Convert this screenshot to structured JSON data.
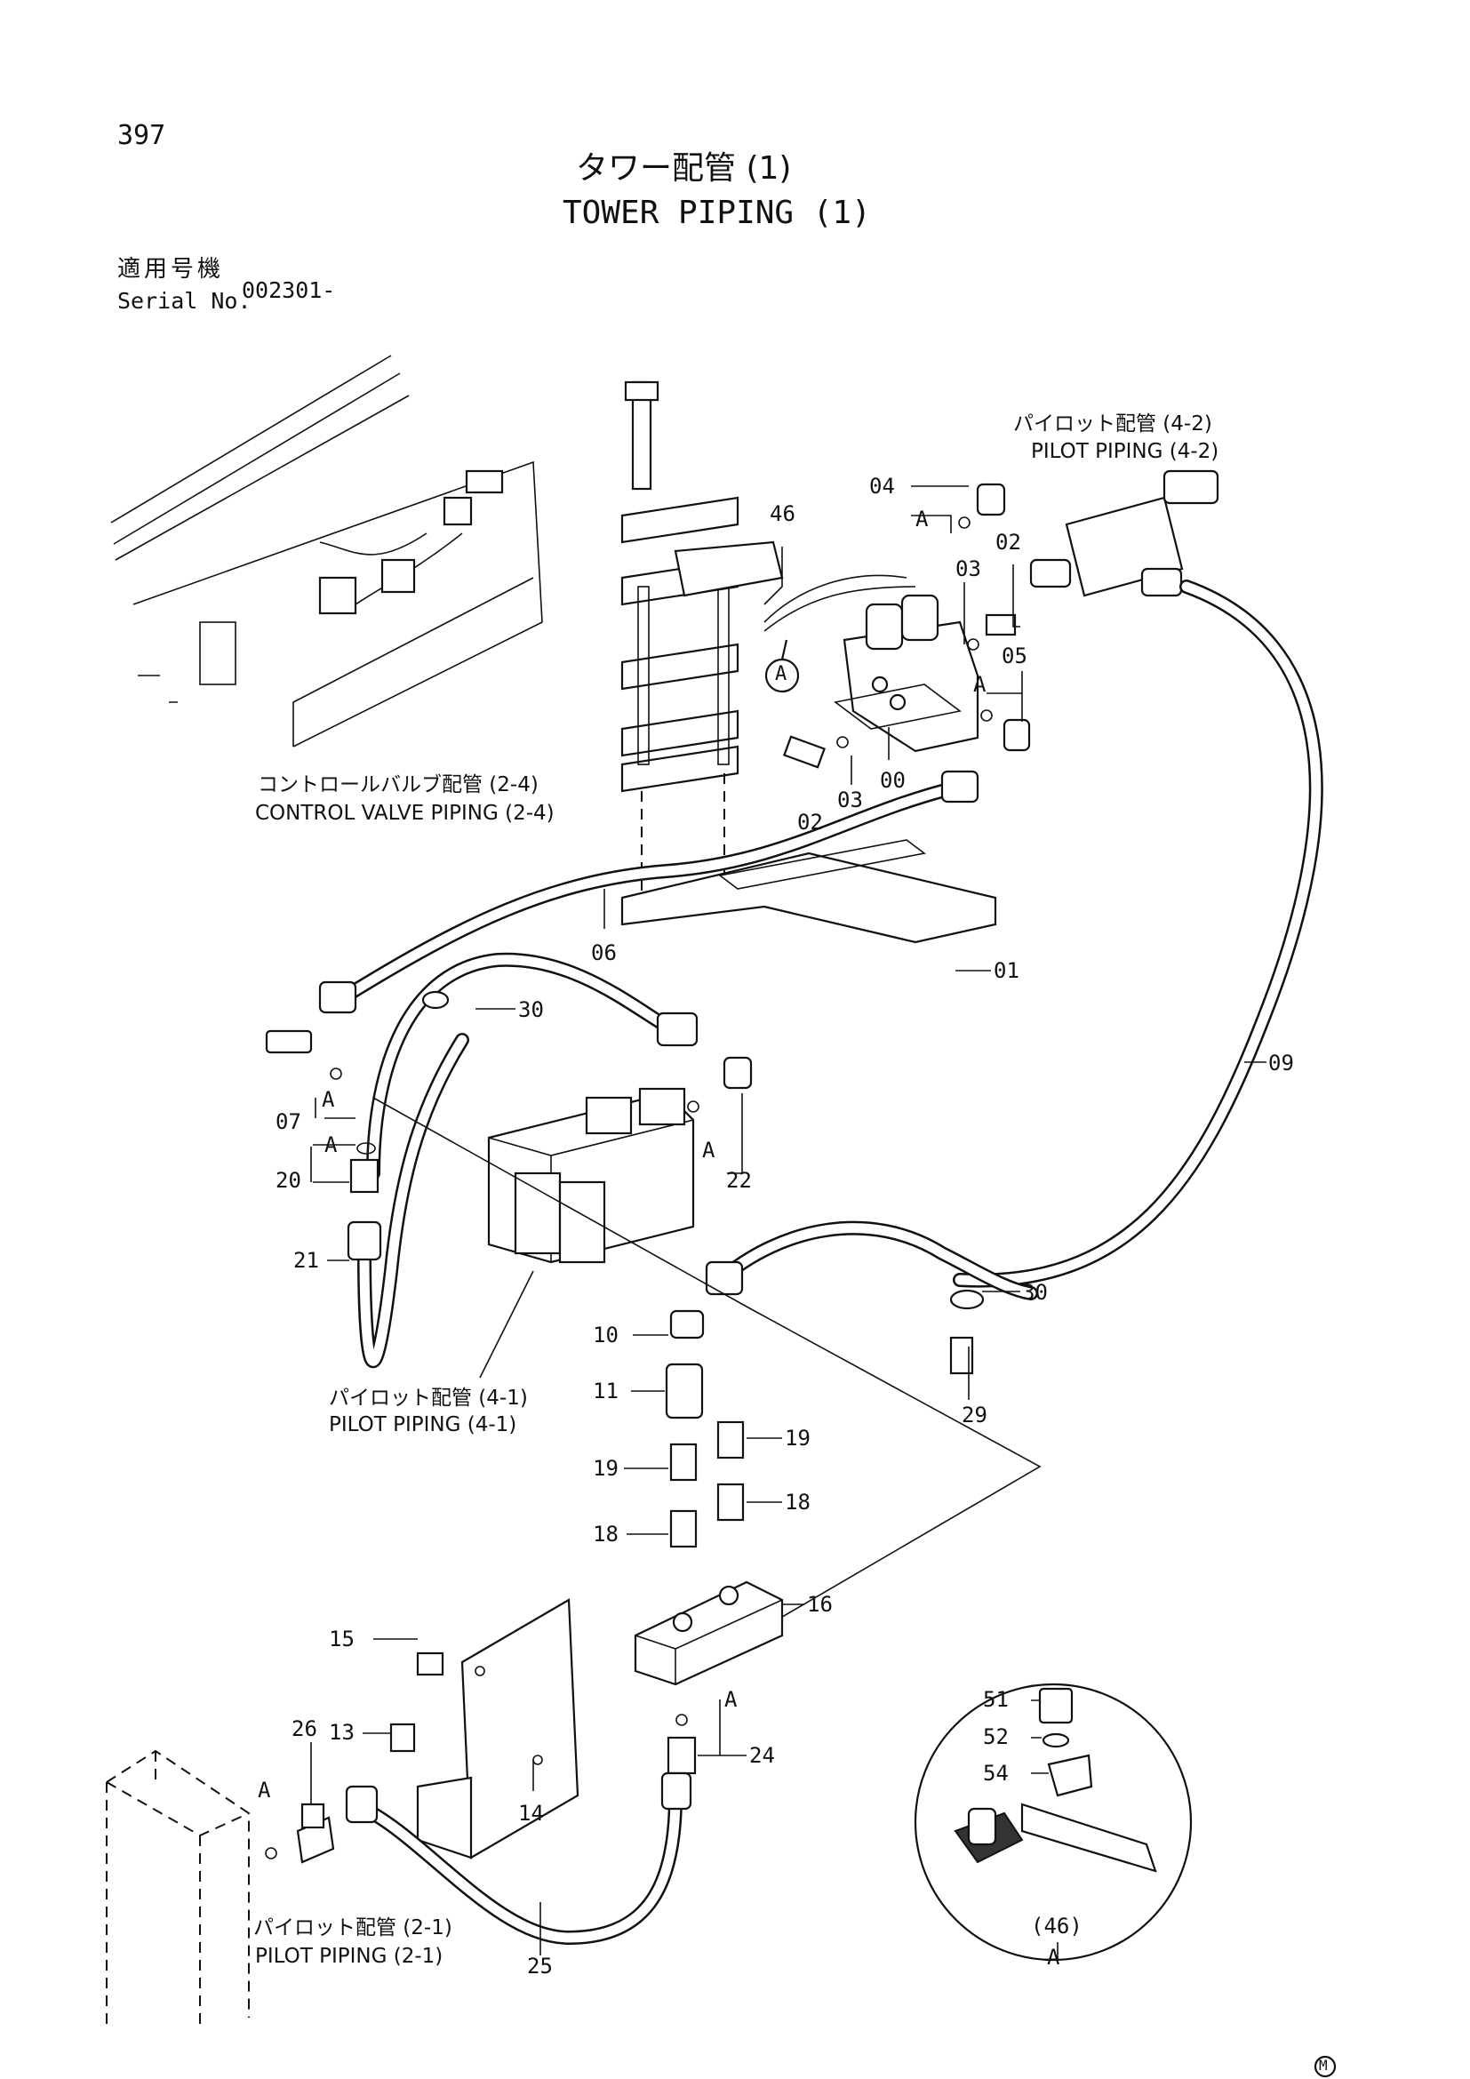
{
  "page_number": "397",
  "title_jp": "タワー配管 (1)",
  "title_en": "TOWER PIPING (1)",
  "serial": {
    "label_jp": "適用号機",
    "label_en": "Serial No.",
    "value": "002301-"
  },
  "sections": {
    "control_valve": {
      "jp": "コントロールバルブ配管 (2-4)",
      "en": "CONTROL VALVE PIPING (2-4)"
    },
    "pilot_4_2": {
      "jp": "パイロット配管 (4-2)",
      "en": "PILOT PIPING (4-2)"
    },
    "pilot_4_1": {
      "jp": "パイロット配管 (4-1)",
      "en": "PILOT PIPING (4-1)"
    },
    "pilot_2_1": {
      "jp": "パイロット配管 (2-1)",
      "en": "PILOT PIPING (2-1)"
    }
  },
  "part_labels": {
    "p00": "00",
    "p01": "01",
    "p02a": "02",
    "p02b": "02",
    "p03a": "03",
    "p03b": "03",
    "p04": "04",
    "p05": "05",
    "p06": "06",
    "p07": "07",
    "p09": "09",
    "p10": "10",
    "p11": "11",
    "p13": "13",
    "p14": "14",
    "p15": "15",
    "p16": "16",
    "p18a": "18",
    "p18b": "18",
    "p19a": "19",
    "p19b": "19",
    "p20": "20",
    "p21": "21",
    "p22": "22",
    "p24": "24",
    "p25": "25",
    "p26": "26",
    "p29": "29",
    "p30a": "30",
    "p30b": "30",
    "p46": "46",
    "p51": "51",
    "p52": "52",
    "p54": "54"
  },
  "detail": {
    "ref": "(46)",
    "view": "A"
  },
  "marker_a": "A",
  "footer_mark": "M"
}
